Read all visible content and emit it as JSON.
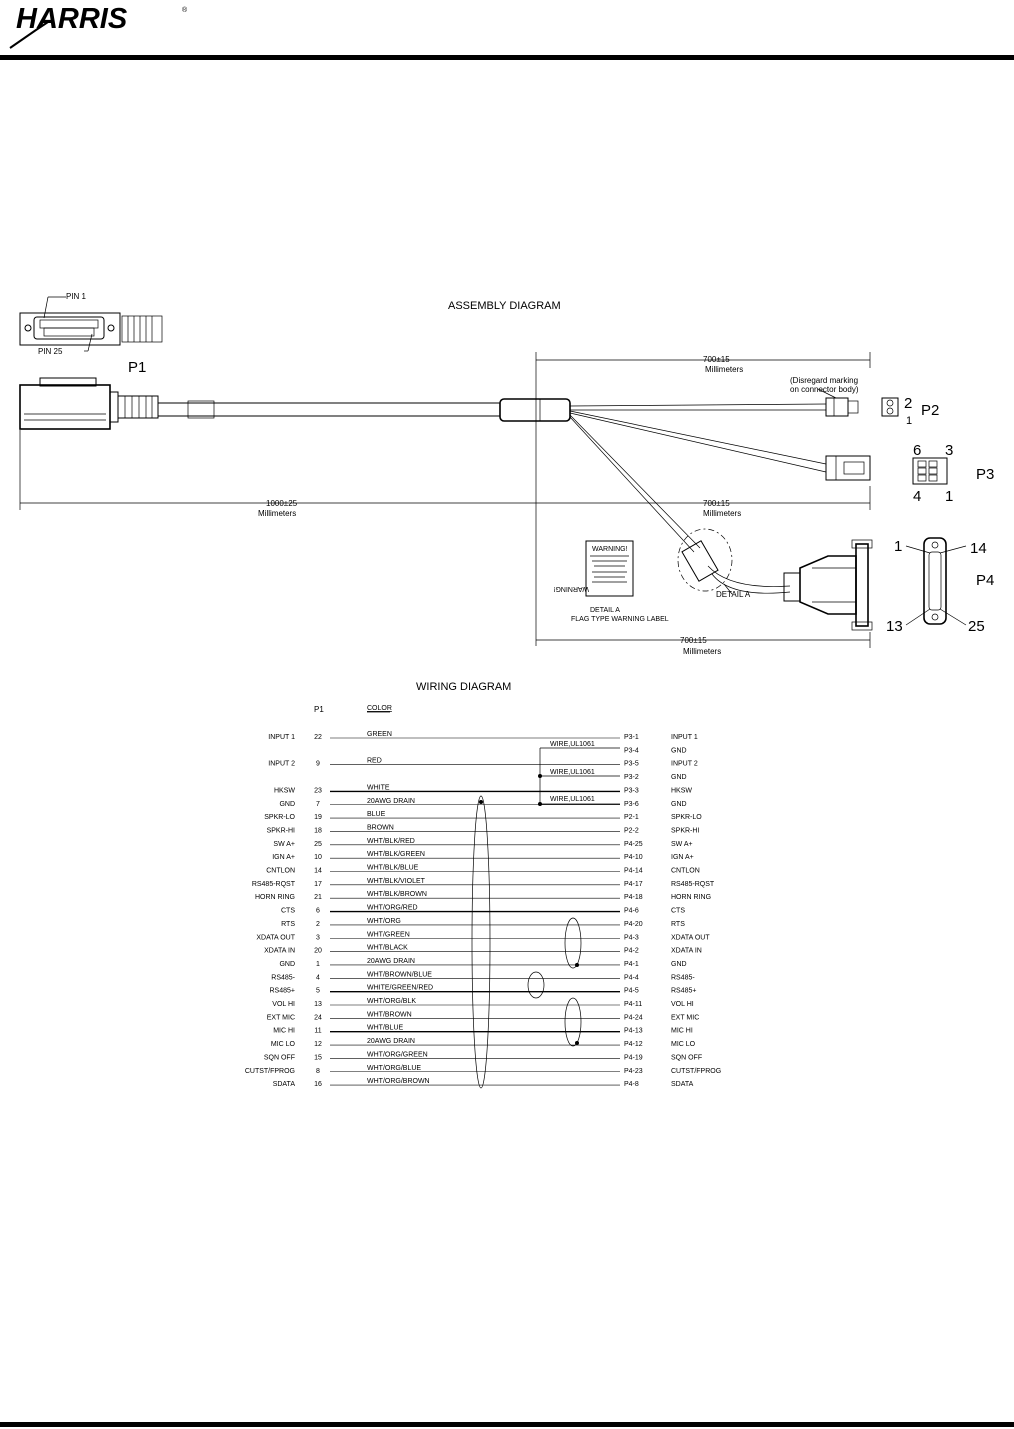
{
  "header": {
    "logo_text": "HARRIS",
    "registered": "®"
  },
  "assembly": {
    "title": "ASSEMBLY DIAGRAM",
    "pin1": "PIN 1",
    "pin25": "PIN 25",
    "p1": "P1",
    "p2": "P2",
    "p3": "P3",
    "p4": "P4",
    "p2_pins": [
      "2",
      "1"
    ],
    "p3_pins": [
      "6",
      "3",
      "4",
      "1"
    ],
    "p4_pins": [
      "1",
      "14",
      "13",
      "25"
    ],
    "dim_p2": "700±15",
    "dim_p1": "1000±25",
    "dim_p3": "700±15",
    "dim_p4": "700±15",
    "unit": "Millimeters",
    "disregard_line1": "(Disregard marking",
    "disregard_line2": "on connector body)",
    "detail_a": "DETAIL  A",
    "detail_caption1": "DETAIL  A",
    "detail_caption2": "FLAG TYPE WARNING LABEL",
    "warning": "WARNING!"
  },
  "wiring": {
    "title": "WIRING DIAGRAM",
    "col_p1": "P1",
    "col_color": "COLOR",
    "wire_label": "WIRE,UL1061",
    "rows": [
      {
        "left": "INPUT  1",
        "pin": "22",
        "color": "GREEN",
        "dest": "P3-1",
        "right": "INPUT  1"
      },
      {
        "left": "",
        "pin": "",
        "color": "",
        "dest": "P3-4",
        "right": "GND"
      },
      {
        "left": "INPUT  2",
        "pin": "9",
        "color": "RED",
        "dest": "P3-5",
        "right": "INPUT  2"
      },
      {
        "left": "",
        "pin": "",
        "color": "",
        "dest": "P3-2",
        "right": "GND"
      },
      {
        "left": "HKSW",
        "pin": "23",
        "color": "WHITE",
        "dest": "P3-3",
        "right": "HKSW"
      },
      {
        "left": "GND",
        "pin": "7",
        "color": "20AWG  DRAIN",
        "dest": "P3-6",
        "right": "GND"
      },
      {
        "left": "SPKR-LO",
        "pin": "19",
        "color": "BLUE",
        "dest": "P2-1",
        "right": "SPKR-LO"
      },
      {
        "left": "SPKR-HI",
        "pin": "18",
        "color": "BROWN",
        "dest": "P2-2",
        "right": "SPKR-HI"
      },
      {
        "left": "SW  A+",
        "pin": "25",
        "color": "WHT/BLK/RED",
        "dest": "P4-25",
        "right": "SW  A+"
      },
      {
        "left": "IGN  A+",
        "pin": "10",
        "color": "WHT/BLK/GREEN",
        "dest": "P4-10",
        "right": "IGN  A+"
      },
      {
        "left": "CNTLON",
        "pin": "14",
        "color": "WHT/BLK/BLUE",
        "dest": "P4-14",
        "right": "CNTLON"
      },
      {
        "left": "RS485-RQST",
        "pin": "17",
        "color": "WHT/BLK/VIOLET",
        "dest": "P4-17",
        "right": "RS485-RQST"
      },
      {
        "left": "HORN  RING",
        "pin": "21",
        "color": "WHT/BLK/BROWN",
        "dest": "P4-18",
        "right": "HORN  RING"
      },
      {
        "left": "CTS",
        "pin": "6",
        "color": "WHT/ORG/RED",
        "dest": "P4-6",
        "right": "CTS"
      },
      {
        "left": "RTS",
        "pin": "2",
        "color": "WHT/ORG",
        "dest": "P4-20",
        "right": "RTS"
      },
      {
        "left": "XDATA  OUT",
        "pin": "3",
        "color": "WHT/GREEN",
        "dest": "P4-3",
        "right": "XDATA  OUT"
      },
      {
        "left": "XDATA  IN",
        "pin": "20",
        "color": "WHT/BLACK",
        "dest": "P4-2",
        "right": "XDATA  IN"
      },
      {
        "left": "GND",
        "pin": "1",
        "color": "20AWG  DRAIN",
        "dest": "P4-1",
        "right": "GND"
      },
      {
        "left": "RS485-",
        "pin": "4",
        "color": "WHT/BROWN/BLUE",
        "dest": "P4-4",
        "right": "RS485-"
      },
      {
        "left": "RS485+",
        "pin": "5",
        "color": "WHITE/GREEN/RED",
        "dest": "P4-5",
        "right": "RS485+"
      },
      {
        "left": "VOL  HI",
        "pin": "13",
        "color": "WHT/ORG/BLK",
        "dest": "P4-11",
        "right": "VOL  HI"
      },
      {
        "left": "EXT  MIC",
        "pin": "24",
        "color": "WHT/BROWN",
        "dest": "P4-24",
        "right": "EXT  MIC"
      },
      {
        "left": "MIC  HI",
        "pin": "11",
        "color": "WHT/BLUE",
        "dest": "P4-13",
        "right": "MIC  HI"
      },
      {
        "left": "MIC  LO",
        "pin": "12",
        "color": "20AWG  DRAIN",
        "dest": "P4-12",
        "right": "MIC  LO"
      },
      {
        "left": "SQN  OFF",
        "pin": "15",
        "color": "WHT/ORG/GREEN",
        "dest": "P4-19",
        "right": "SQN  OFF"
      },
      {
        "left": "CUTST/FPROG",
        "pin": "8",
        "color": "WHT/ORG/BLUE",
        "dest": "P4-23",
        "right": "CUTST/FPROG"
      },
      {
        "left": "SDATA",
        "pin": "16",
        "color": "WHT/ORG/BROWN",
        "dest": "P4-8",
        "right": "SDATA"
      }
    ]
  }
}
